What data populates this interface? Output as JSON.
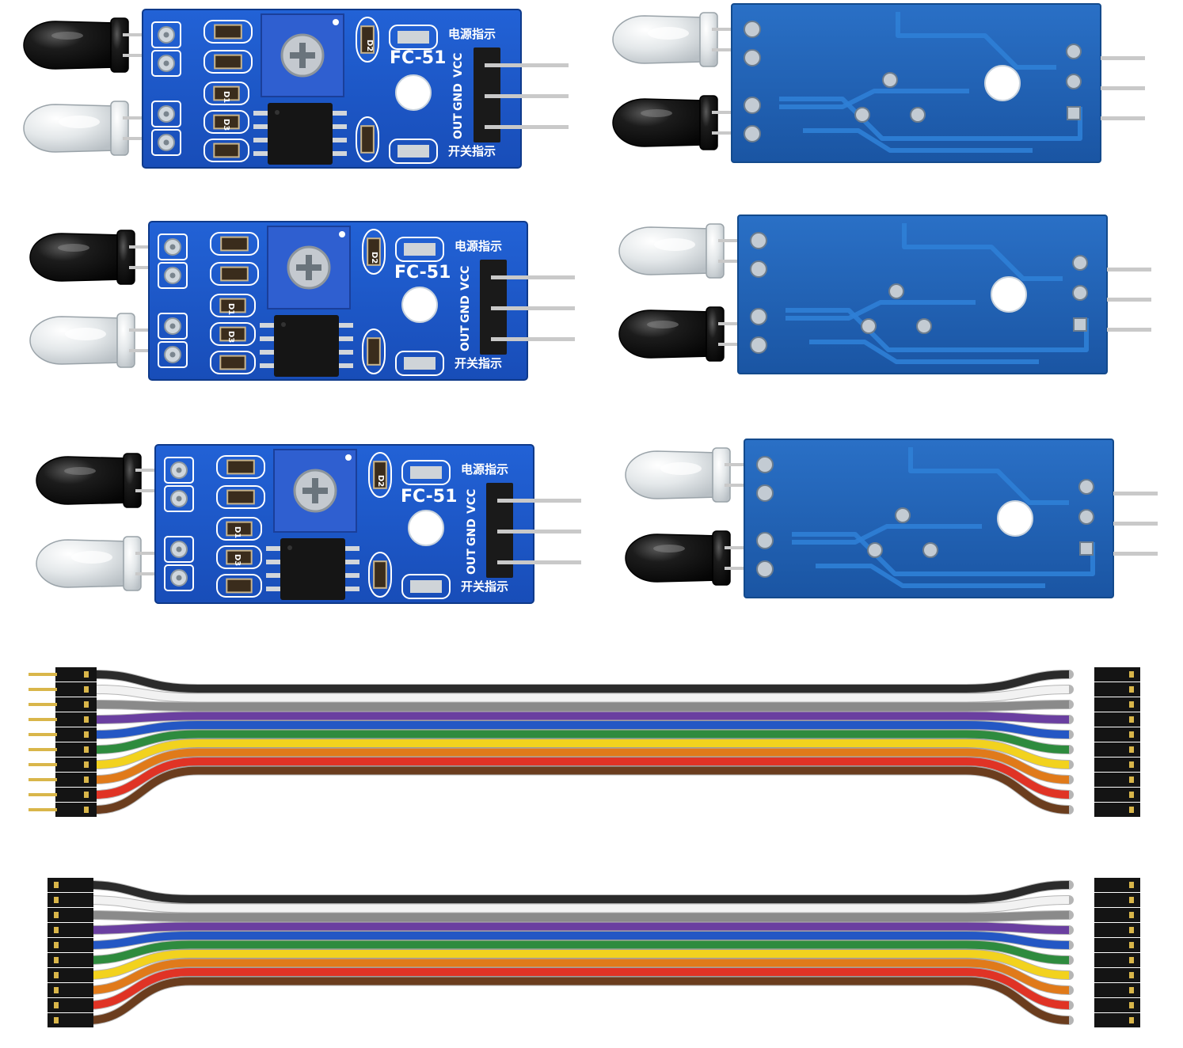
{
  "colors": {
    "pcb_front": "#1d57c9",
    "pcb_back": "#1e63b8",
    "pot": "#2f5fd0",
    "led_black": "#141414",
    "led_clear": "#dfe4e8",
    "header": "#1a1a1a",
    "pin": "#c9c9c9",
    "gold": "#d9b64a",
    "background": "#ffffff"
  },
  "boards": {
    "front_label": "FC-51",
    "power_indicator": "电源指示",
    "switch_indicator": "开关指示",
    "pin_vcc": "VCC",
    "pin_gnd": "GND",
    "pin_out": "OUT",
    "d1": "D1",
    "d2": "D2",
    "d3": "D3",
    "front": [
      {
        "id": 1
      },
      {
        "id": 2
      },
      {
        "id": 3
      }
    ],
    "back": [
      {
        "id": 1
      },
      {
        "id": 2
      },
      {
        "id": 3
      }
    ]
  },
  "cables": {
    "wire_colors": [
      "#2b2b2b",
      "#f2f2f2",
      "#8a8a8a",
      "#6a3fa0",
      "#2457c4",
      "#2e8b3e",
      "#f2d21e",
      "#e07a1a",
      "#e03325",
      "#6b3d1e"
    ],
    "items": [
      {
        "id": 1,
        "left_end": "male",
        "right_end": "female"
      },
      {
        "id": 2,
        "left_end": "female",
        "right_end": "female"
      }
    ]
  }
}
